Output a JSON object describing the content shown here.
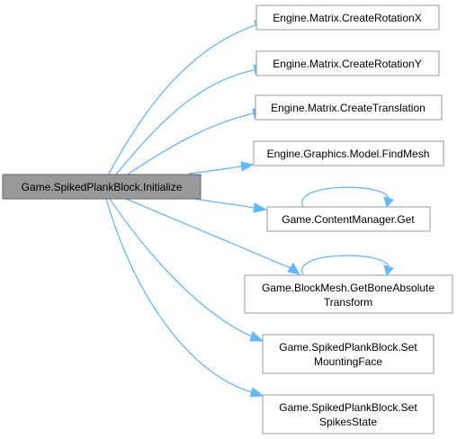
{
  "diagram": {
    "root": {
      "label": "Game.SpikedPlankBlock.Initialize"
    },
    "callees": [
      {
        "lines": [
          "Engine.Matrix.CreateRotationX"
        ]
      },
      {
        "lines": [
          "Engine.Matrix.CreateRotationY"
        ]
      },
      {
        "lines": [
          "Engine.Matrix.CreateTranslation"
        ]
      },
      {
        "lines": [
          "Engine.Graphics.Model.FindMesh"
        ]
      },
      {
        "lines": [
          "Game.ContentManager.Get"
        ]
      },
      {
        "lines": [
          "Game.BlockMesh.GetBoneAbsolute",
          "Transform"
        ]
      },
      {
        "lines": [
          "Game.SpikedPlankBlock.Set",
          "MountingFace"
        ]
      },
      {
        "lines": [
          "Game.SpikedPlankBlock.Set",
          "SpikesState"
        ]
      }
    ],
    "colors": {
      "edge": "#63B8FF",
      "root_fill": "#999999",
      "node_border": "#999999"
    }
  }
}
